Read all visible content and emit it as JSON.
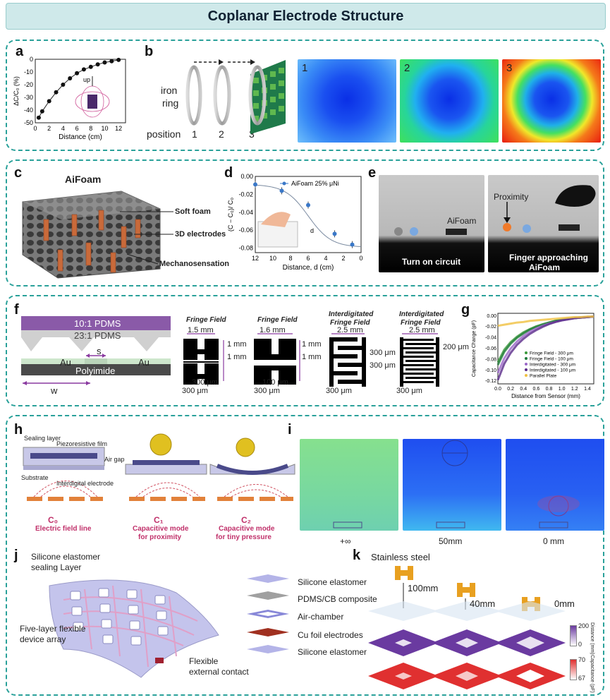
{
  "title": "Coplanar Electrode Structure",
  "panel_a": {
    "label": "a",
    "ylabel": "ΔC/C₀ (%)",
    "xlabel": "Distance (cm)",
    "xticks": [
      "0",
      "2",
      "4",
      "6",
      "8",
      "10",
      "12"
    ],
    "yticks": [
      "0",
      "-10",
      "-20",
      "-30",
      "-40",
      "-50"
    ],
    "inset_label": "up",
    "chart_data": {
      "type": "scatter",
      "x": [
        0.5,
        1,
        2,
        3,
        4,
        5,
        6,
        7,
        8,
        9,
        10,
        11,
        12
      ],
      "values": [
        -46,
        -41,
        -33,
        -26,
        -20,
        -15,
        -11,
        -8,
        -6,
        -4,
        -2.5,
        -1.5,
        -0.5
      ],
      "xlim": [
        0,
        13
      ],
      "ylim": [
        -50,
        0
      ]
    }
  },
  "panel_b": {
    "label": "b",
    "iron": "iron",
    "ring": "ring",
    "position": "position",
    "positions": [
      "1",
      "2",
      "3"
    ],
    "maps": [
      "1",
      "2",
      "3"
    ]
  },
  "panel_c": {
    "label": "c",
    "title": "AiFoam",
    "labels": [
      "Soft foam",
      "3D electrodes",
      "Mechanosensation"
    ]
  },
  "panel_d": {
    "label": "d",
    "legend": "AiFoam 25% μNi",
    "xlabel": "Distance, d (cm)",
    "ylabel": "(C − C₀)/ C₀",
    "inset_d": "d",
    "xticks": [
      "12",
      "10",
      "8",
      "6",
      "4",
      "2",
      "0"
    ],
    "yticks": [
      "0.00",
      "-0.02",
      "-0.04",
      "-0.06",
      "-0.08"
    ],
    "chart_data": {
      "type": "line",
      "x": [
        12,
        9,
        6,
        3,
        1
      ],
      "values": [
        -0.009,
        -0.016,
        -0.032,
        -0.064,
        -0.076
      ],
      "xlim": [
        12,
        0
      ],
      "ylim": [
        -0.085,
        0
      ]
    }
  },
  "panel_e": {
    "label": "e",
    "left_tag": "AiFoam",
    "left_caption": "Turn on circuit",
    "right_tag": "Proximity",
    "right_caption_1": "Finger approaching",
    "right_caption_2": "AiFoam"
  },
  "panel_f": {
    "label": "f",
    "pdms_top": "10:1 PDMS",
    "pdms_mid": "23:1 PDMS",
    "au_left": "Au",
    "au_right": "Au",
    "polyimide": "Polyimide",
    "s": "s",
    "w": "w",
    "patterns": [
      {
        "title": "Fringe Field",
        "dim_top": "1.5 mm",
        "dim_r1": "1 mm",
        "dim_r2": "1 mm",
        "dim_bottom": "300 μm",
        "dim_side": "300 μm"
      },
      {
        "title": "Fringe Field",
        "dim_top": "1.6 mm",
        "dim_r1": "1 mm",
        "dim_r2": "1 mm",
        "dim_bottom": "100 μm",
        "dim_side": "300 μm"
      },
      {
        "title": "Interdigitated\nFringe Field",
        "title1": "Interdigitated",
        "title2": "Fringe Field",
        "dim_top": "2.5 mm",
        "dim_r1": "300 μm",
        "dim_r2": "300 μm",
        "dim_side": "300 μm"
      },
      {
        "title1": "Interdigitated",
        "title2": "Fringe Field",
        "dim_top": "2.5 mm",
        "dim_r1": "200 μm",
        "dim_side": "300 μm"
      }
    ]
  },
  "panel_g": {
    "label": "g",
    "ylabel": "Capacitance Change (pF)",
    "xlabel": "Distance from Sensor (mm)",
    "xticks": [
      "0.0",
      "0.2",
      "0.4",
      "0.6",
      "0.8",
      "1.0",
      "1.2",
      "1.4"
    ],
    "yticks": [
      "0.00",
      "-0.02",
      "-0.04",
      "-0.06",
      "-0.08",
      "-0.10",
      "-0.12"
    ],
    "chart_data": {
      "type": "line",
      "x": [
        0.0,
        0.1,
        0.2,
        0.3,
        0.4,
        0.5,
        0.6,
        0.7,
        0.8,
        0.9,
        1.0,
        1.1,
        1.2,
        1.3,
        1.4,
        1.5
      ],
      "series": [
        {
          "name": "Fringe Field - 300 μm",
          "color": "#3a9a3a",
          "values": [
            -0.085,
            -0.062,
            -0.048,
            -0.038,
            -0.03,
            -0.024,
            -0.019,
            -0.015,
            -0.012,
            -0.009,
            -0.007,
            -0.005,
            -0.004,
            -0.003,
            -0.002,
            -0.001
          ]
        },
        {
          "name": "Fringe Field - 100 μm",
          "color": "#1f7a3a",
          "values": [
            -0.09,
            -0.066,
            -0.051,
            -0.04,
            -0.032,
            -0.025,
            -0.02,
            -0.016,
            -0.012,
            -0.009,
            -0.007,
            -0.005,
            -0.004,
            -0.003,
            -0.002,
            -0.001
          ]
        },
        {
          "name": "Interdigitated - 300 μm",
          "color": "#9a66c8",
          "values": [
            -0.105,
            -0.078,
            -0.06,
            -0.047,
            -0.037,
            -0.029,
            -0.023,
            -0.018,
            -0.014,
            -0.011,
            -0.008,
            -0.006,
            -0.004,
            -0.003,
            -0.002,
            -0.001
          ]
        },
        {
          "name": "Interdigitated - 100 μm",
          "color": "#5a2a8a",
          "values": [
            -0.118,
            -0.088,
            -0.068,
            -0.053,
            -0.042,
            -0.033,
            -0.026,
            -0.02,
            -0.015,
            -0.011,
            -0.008,
            -0.006,
            -0.004,
            -0.003,
            -0.002,
            -0.001
          ]
        },
        {
          "name": "Parallel Plate",
          "color": "#f0c040",
          "values": [
            -0.018,
            -0.016,
            -0.014,
            -0.012,
            -0.011,
            -0.009,
            -0.008,
            -0.007,
            -0.006,
            -0.005,
            -0.004,
            -0.003,
            -0.002,
            -0.002,
            -0.001,
            -0.001
          ]
        }
      ],
      "xlim": [
        0,
        1.5
      ],
      "ylim": [
        -0.125,
        0.005
      ]
    }
  },
  "panel_h": {
    "label": "h",
    "labels": [
      "Sealing layer",
      "Piezoresistive film",
      "Air gap",
      "Substrate",
      "Interdigital electrode"
    ],
    "c0": "C₀",
    "c0_caption": "Electric field line",
    "c1": "C₁",
    "c1_cap1": "Capacitive mode",
    "c1_cap2": "for proximity",
    "c2": "C₂",
    "c2_cap1": "Capacitive mode",
    "c2_cap2": "for tiny pressure"
  },
  "panel_i": {
    "label": "i",
    "captions": [
      "+∞",
      "50mm",
      "0 mm"
    ]
  },
  "panel_j": {
    "label": "j",
    "sealing_1": "Silicone elastomer",
    "sealing_2": "sealing Layer",
    "array_1": "Five-layer flexible",
    "array_2": "device array",
    "contact_1": "Flexible",
    "contact_2": "external contact",
    "layers": [
      "Silicone elastomer",
      "PDMS/CB composite",
      "Air-chamber",
      "Cu foil electrodes",
      "Silicone elastomer"
    ]
  },
  "panel_k": {
    "label": "k",
    "material": "Stainless steel",
    "distances": [
      "100mm",
      "40mm",
      "0mm"
    ],
    "scale1_top": "200",
    "scale1_bottom": "0",
    "scale1_label": "Distance (mm)",
    "scale2_top": "70",
    "scale2_bottom": "67",
    "scale2_label": "Capacitance (pF)"
  }
}
